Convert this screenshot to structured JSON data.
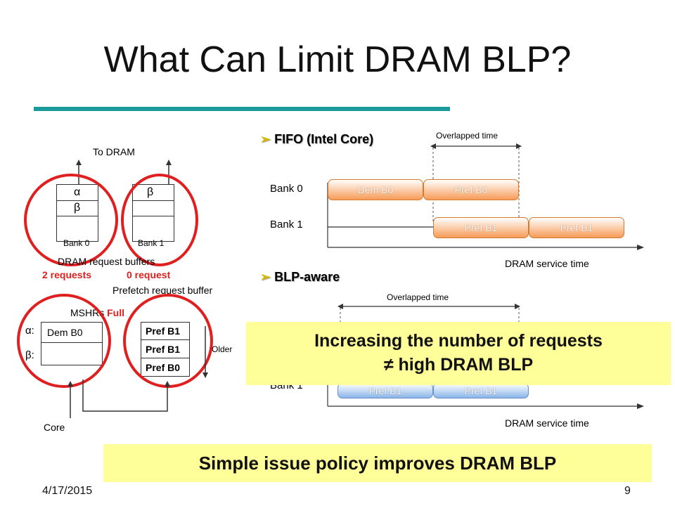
{
  "slide": {
    "title": "What Can Limit DRAM BLP?",
    "date": "4/17/2015",
    "page_number": "9"
  },
  "left_diagram": {
    "to_dram": "To DRAM",
    "alpha": "α",
    "beta": "β",
    "bank0": "Bank 0",
    "bank1": "Bank 1",
    "dram_request_buffers": "DRAM request buffers",
    "left_requests": "2 requests",
    "right_requests": "0 request",
    "prefetch_request_buffer": "Prefetch request buffer",
    "mshrs_label": "MSHRs",
    "mshrs_full": "Full",
    "alpha_colon": "α:",
    "beta_colon": "β:",
    "dem_b0": "Dem B0",
    "pref_items": [
      "Pref B1",
      "Pref B1",
      "Pref B0"
    ],
    "older": "Older",
    "core": "Core"
  },
  "fifo_section": {
    "heading": "FIFO (Intel Core)",
    "overlapped_time": "Overlapped time",
    "bank0": "Bank 0",
    "bank1": "Bank 1",
    "bank0_requests": [
      "Dem B0",
      "Pref B0"
    ],
    "bank1_requests": [
      "Pref B1",
      "Pref B1"
    ],
    "axis_label": "DRAM service time"
  },
  "blp_section": {
    "heading": "BLP-aware",
    "overlapped_time": "Overlapped time",
    "bank1": "Bank 1",
    "bank1_requests": [
      "Pref B1",
      "Pref B1"
    ],
    "axis_label": "DRAM service time"
  },
  "callouts": {
    "increasing_line1": "Increasing the number of requests",
    "increasing_line2": "≠ high DRAM BLP",
    "simple_issue": "Simple issue policy improves DRAM BLP"
  },
  "colors": {
    "accent_teal": "#1a9a9a",
    "highlight_red": "#e02020",
    "callout_yellow": "#ffff99",
    "orange_request": "#f79b57",
    "blue_request": "#8ab4e8"
  }
}
